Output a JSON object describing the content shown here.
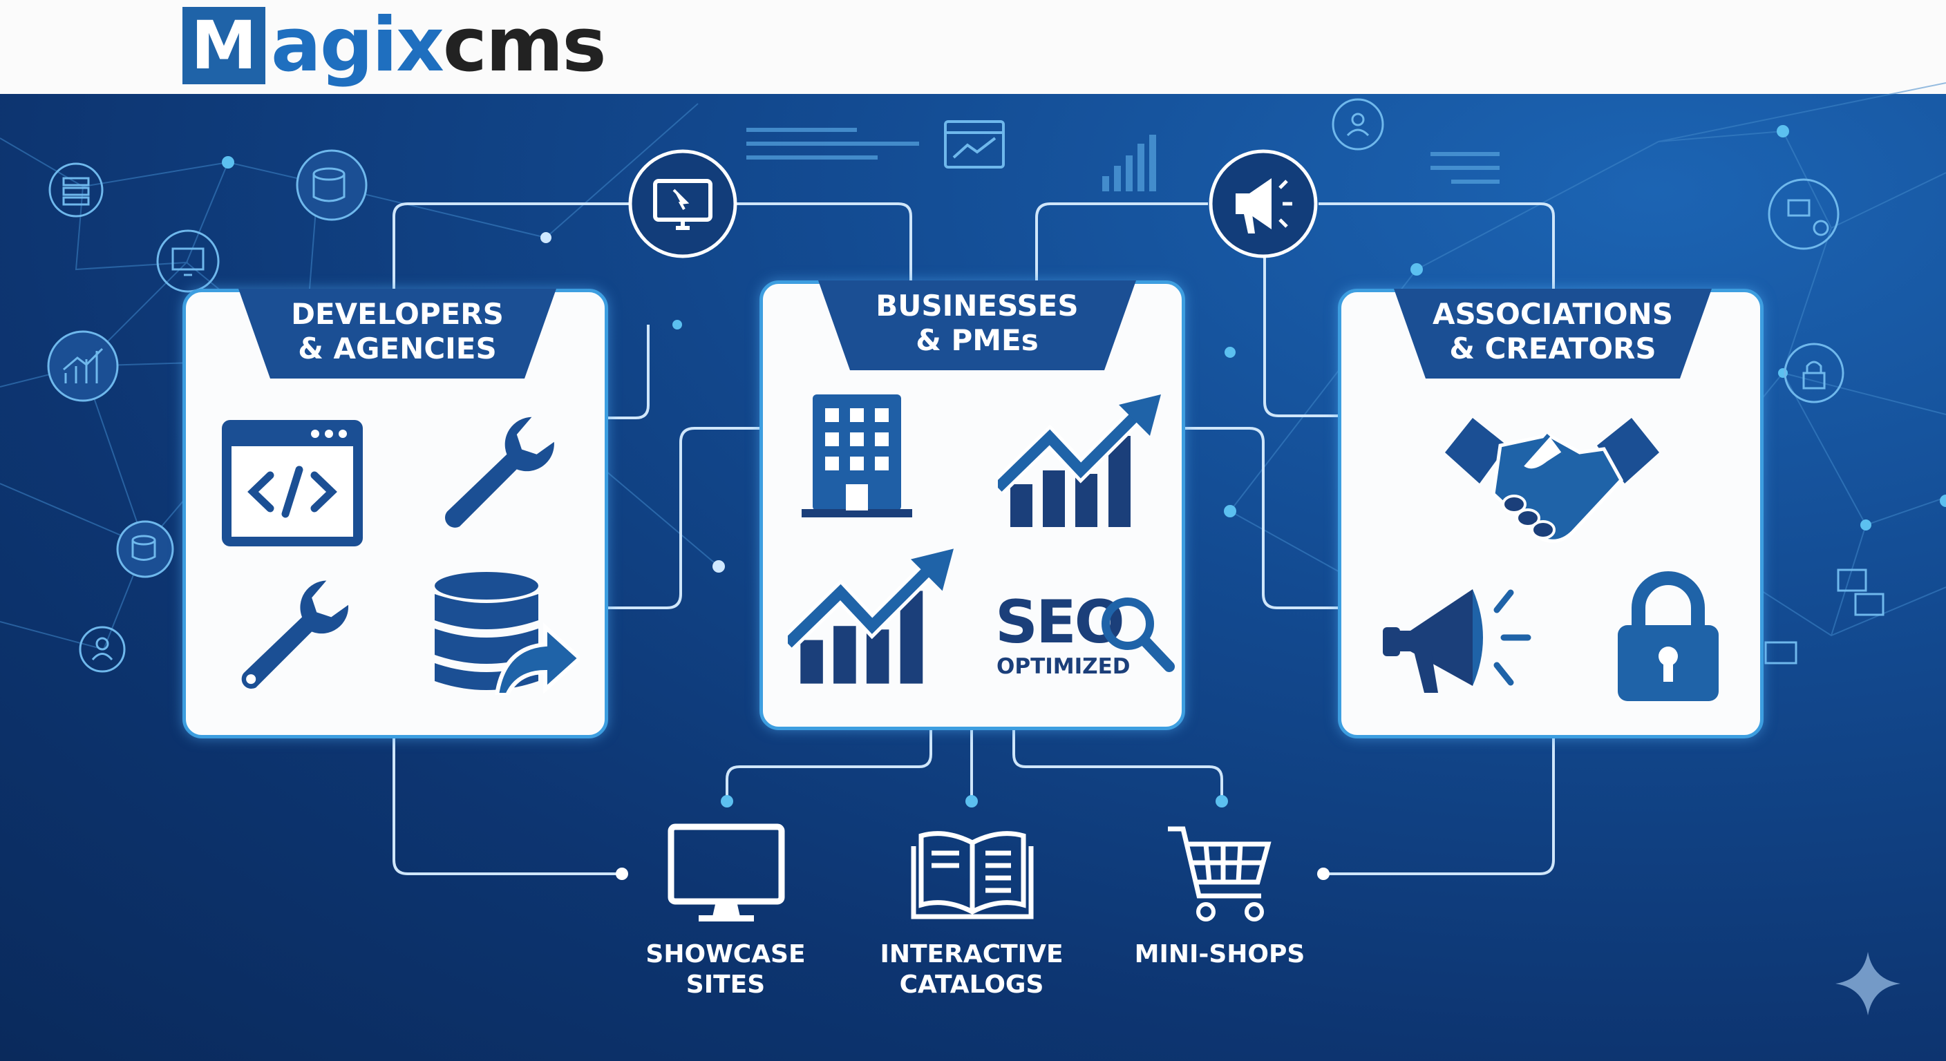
{
  "logo": {
    "initial": "M",
    "middle": "agix",
    "suffix": "cms"
  },
  "cards": [
    {
      "title_line1": "DEVELOPERS",
      "title_line2": "& AGENCIES"
    },
    {
      "title_line1": "BUSINESSES",
      "title_line2": "& PMEs",
      "seo_big": "SEO",
      "seo_small": "OPTIMIZED"
    },
    {
      "title_line1": "ASSOCIATIONS",
      "title_line2": "& CREATORS"
    }
  ],
  "outputs": [
    {
      "line1": "SHOWCASE",
      "line2": "SITES",
      "icon": "monitor-icon"
    },
    {
      "line1": "INTERACTIVE",
      "line2": "CATALOGS",
      "icon": "book-icon"
    },
    {
      "line1": "MINI-SHOPS",
      "line2": "",
      "icon": "cart-icon"
    }
  ],
  "colors": {
    "dark_blue": "#1b4f94",
    "brand_blue": "#1f63a8",
    "accent_line": "#6fc3f0",
    "bg": "#0c2f66"
  }
}
